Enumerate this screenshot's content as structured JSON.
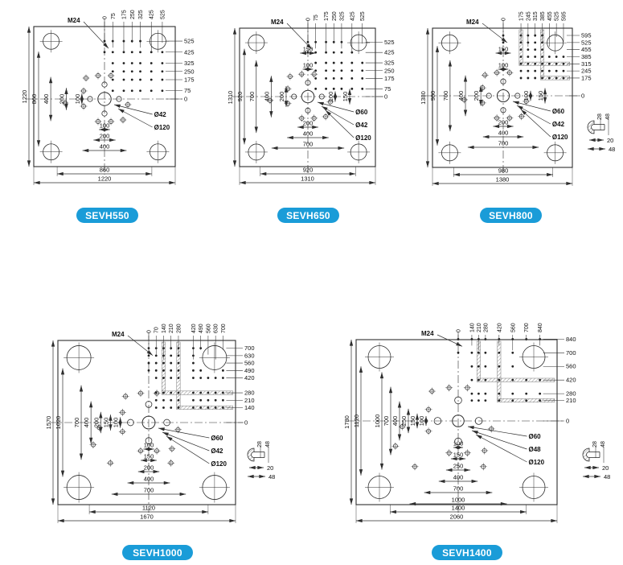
{
  "styles": {
    "background": "#ffffff",
    "accent": "#1a9cd8",
    "line": "#2e2e2e",
    "text": "#0e0e0e"
  },
  "diagrams": [
    {
      "id": "sevh550",
      "badge": "SEVH550",
      "thread_label": "M24",
      "top_scale": [
        "0",
        "75",
        "175",
        "250",
        "325",
        "425",
        "525"
      ],
      "right_scale": [
        "525",
        "425",
        "325",
        "250",
        "175",
        "75",
        "0"
      ],
      "left_outer_dims": [
        "1220",
        "860"
      ],
      "left_inner_dims": [
        "400",
        "200",
        "100"
      ],
      "top_inner_dims": [],
      "side_inner_dims": [],
      "bottom_inner_dims": [
        "100",
        "200",
        "400"
      ],
      "bottom_outer_dims": [
        "860",
        "1220"
      ],
      "hole_labels": [
        "Ø42",
        "Ø120"
      ],
      "tslot_labels": null
    },
    {
      "id": "sevh650",
      "badge": "SEVH650",
      "thread_label": "M24",
      "top_scale": [
        "0",
        "75",
        "175",
        "250",
        "325",
        "425",
        "525"
      ],
      "right_scale": [
        "525",
        "425",
        "325",
        "250",
        "175",
        "75",
        "0"
      ],
      "left_outer_dims": [
        "1310",
        "920"
      ],
      "left_inner_dims": [
        "700",
        "400",
        "200"
      ],
      "top_inner_dims": [
        "150",
        "100"
      ],
      "side_inner_dims": [
        "100",
        "150"
      ],
      "bottom_inner_dims": [
        "200",
        "400",
        "700"
      ],
      "bottom_outer_dims": [
        "920",
        "1310"
      ],
      "hole_labels": [
        "Ø60",
        "Ø42",
        "Ø120"
      ],
      "tslot_labels": null
    },
    {
      "id": "sevh800",
      "badge": "SEVH800",
      "thread_label": "M24",
      "top_scale": [
        "0",
        "175",
        "245",
        "315",
        "385",
        "455",
        "525",
        "595"
      ],
      "right_scale": [
        "595",
        "525",
        "455",
        "385",
        "315",
        "245",
        "175",
        "0"
      ],
      "left_outer_dims": [
        "1380",
        "980"
      ],
      "left_inner_dims": [
        "700",
        "400",
        "200"
      ],
      "top_inner_dims": [
        "150",
        "100"
      ],
      "side_inner_dims": [
        "100",
        "150"
      ],
      "bottom_inner_dims": [
        "200",
        "400",
        "700"
      ],
      "bottom_outer_dims": [
        "980",
        "1380"
      ],
      "hole_labels": [
        "Ø60",
        "Ø42",
        "Ø120"
      ],
      "tslot_labels": {
        "top": [
          "28",
          "48"
        ],
        "side": [
          "20",
          "48"
        ]
      }
    },
    {
      "id": "sevh1000",
      "badge": "SEVH1000",
      "thread_label": "M24",
      "top_scale": [
        "0",
        "70",
        "140",
        "210",
        "280",
        "420",
        "490",
        "560",
        "630",
        "700"
      ],
      "right_scale": [
        "700",
        "630",
        "560",
        "490",
        "420",
        "280",
        "210",
        "140",
        "0"
      ],
      "left_outer_dims": [
        "1570",
        "1020"
      ],
      "left_inner_dims": [
        "700",
        "400",
        "200",
        "150",
        "100"
      ],
      "top_inner_dims": [],
      "side_inner_dims": [],
      "bottom_inner_dims": [
        "100",
        "150",
        "200",
        "400",
        "700"
      ],
      "bottom_outer_dims": [
        "1120",
        "1670"
      ],
      "hole_labels": [
        "Ø60",
        "Ø42",
        "Ø120"
      ],
      "tslot_labels": {
        "top": [
          "28",
          "48"
        ],
        "side": [
          "20",
          "48"
        ]
      }
    },
    {
      "id": "sevh1400",
      "badge": "SEVH1400",
      "thread_label": "M24",
      "top_scale": [
        "0",
        "140",
        "210",
        "280",
        "420",
        "560",
        "700",
        "840"
      ],
      "right_scale": [
        "840",
        "700",
        "560",
        "420",
        "280",
        "210",
        "0"
      ],
      "left_outer_dims": [
        "1780",
        "1120"
      ],
      "left_inner_dims": [
        "1000",
        "700",
        "400",
        "250",
        "150",
        "100"
      ],
      "top_inner_dims": [],
      "side_inner_dims": [],
      "bottom_inner_dims": [
        "100",
        "150",
        "250",
        "400",
        "700",
        "1000"
      ],
      "bottom_outer_dims": [
        "1400",
        "2060"
      ],
      "hole_labels": [
        "Ø60",
        "Ø48",
        "Ø120"
      ],
      "tslot_labels": {
        "top": [
          "28",
          "48"
        ],
        "side": [
          "20",
          "48"
        ]
      }
    }
  ]
}
